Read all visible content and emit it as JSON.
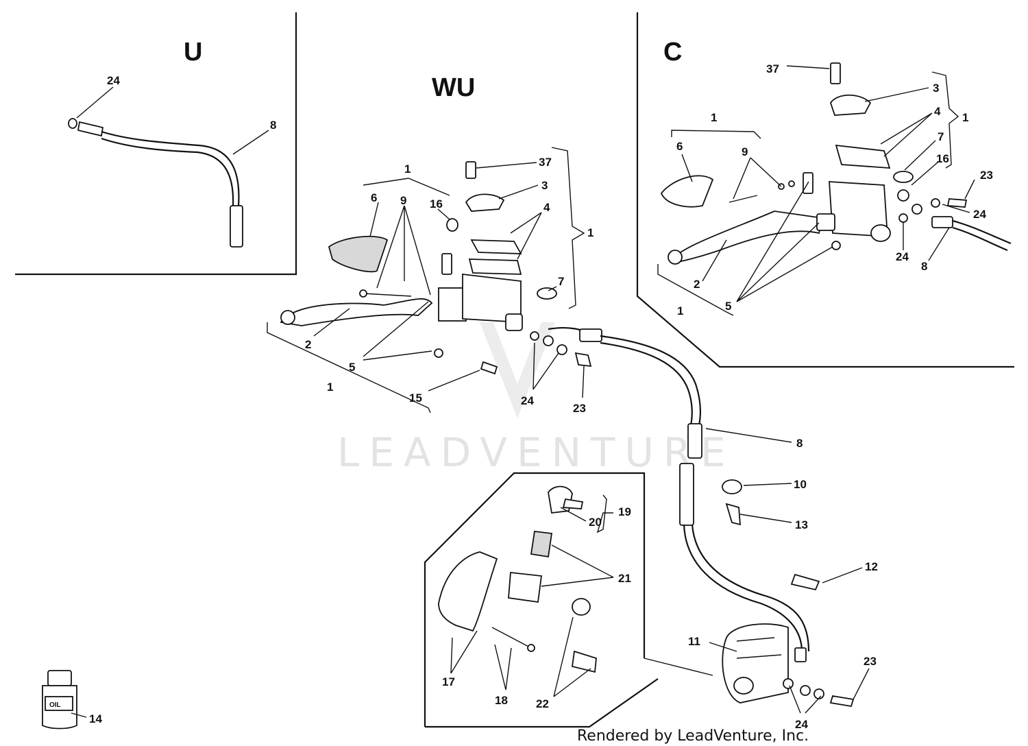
{
  "sections": {
    "u": "U",
    "wu": "WU",
    "c": "C"
  },
  "watermark": "LEADVENTURE",
  "credit": "Rendered by LeadVenture, Inc.",
  "jar_label": "OIL",
  "callouts": {
    "u": [
      "24",
      "8"
    ],
    "wu": [
      "1",
      "6",
      "9",
      "16",
      "37",
      "3",
      "4",
      "1",
      "7",
      "2",
      "5",
      "1",
      "15",
      "24",
      "23",
      "8"
    ],
    "c": [
      "37",
      "3",
      "4",
      "1",
      "1",
      "6",
      "9",
      "7",
      "16",
      "23",
      "24",
      "24",
      "8",
      "2",
      "5",
      "1"
    ],
    "caliper": [
      "10",
      "13",
      "12",
      "11",
      "23",
      "24",
      "14"
    ],
    "inset": [
      "19",
      "20",
      "21",
      "17",
      "18",
      "22"
    ]
  }
}
